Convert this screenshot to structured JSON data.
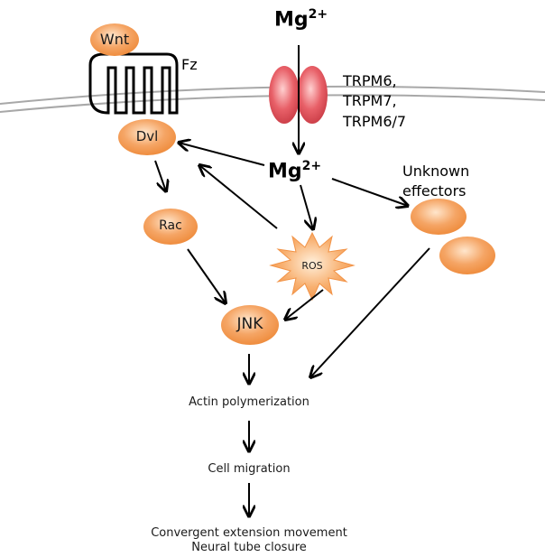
{
  "ions": {
    "mg_top": "Mg",
    "mg_top_sup": "2+",
    "mg_mid": "Mg",
    "mg_mid_sup": "2+"
  },
  "channel": {
    "labels": [
      "TRPM6,",
      "TRPM7,",
      "TRPM6/7"
    ]
  },
  "receptor": {
    "ligand": "Wnt",
    "receptor": "Fz"
  },
  "nodes": {
    "dvl": "Dvl",
    "rac": "Rac",
    "jnk": "JNK",
    "ros": "ROS"
  },
  "effectors": {
    "line1": "Unknown",
    "line2": "effectors"
  },
  "outcomes": {
    "actin": "Actin polymerization",
    "migration": "Cell migration",
    "line1": "Convergent extension movement",
    "line2": "Neural tube closure"
  },
  "colors": {
    "oval": "#f4a160",
    "channel": "#e0505a",
    "membrane": "#a8a8a8"
  }
}
